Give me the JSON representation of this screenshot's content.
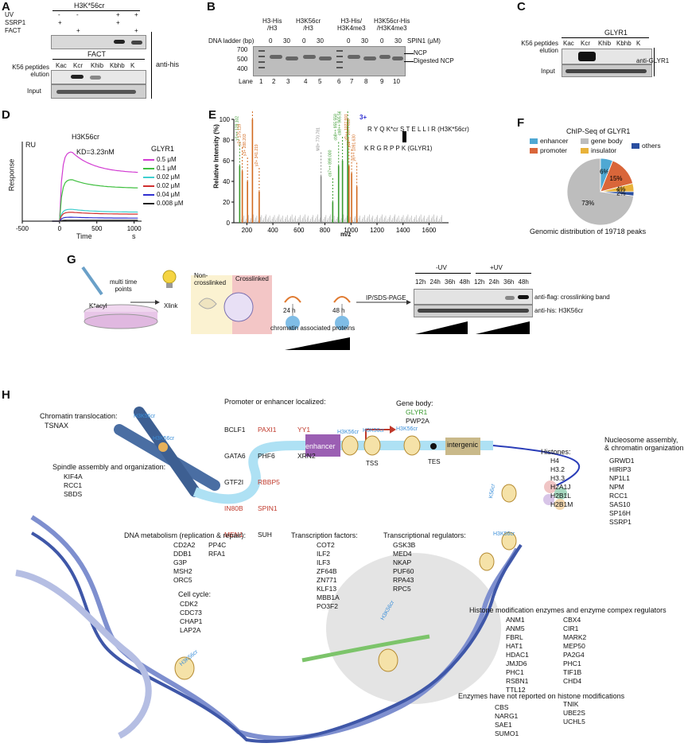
{
  "panels": {
    "A": {
      "letter": "A",
      "header": "H3K*56cr",
      "rows": [
        {
          "label": "UV",
          "marks": [
            "-",
            "-",
            "+",
            "+"
          ]
        },
        {
          "label": "SSRP1",
          "marks": [
            "+",
            "",
            "+",
            ""
          ]
        },
        {
          "label": "FACT",
          "marks": [
            "",
            "+",
            "",
            "+"
          ]
        }
      ],
      "fact_label": "FACT",
      "elution_label": "K56 peptides\nelution",
      "input_label": "Input",
      "columns": [
        "Kac",
        "Kcr",
        "Khib",
        "Kbhb",
        "K"
      ],
      "antibody": "anti-his"
    },
    "B": {
      "letter": "B",
      "ladder_label": "DNA ladder (bp)",
      "groups": [
        "H3-His\n/H3",
        "H3K56cr\n/H3",
        "H3-His/\nH3K4me3",
        "H3K56cr-His\n/H3K4me3"
      ],
      "conc": [
        "0",
        "30",
        "0",
        "30",
        "0",
        "30",
        "0",
        "30"
      ],
      "conc_unit": "SPIN1 (μM)",
      "ladder": [
        "700",
        "500",
        "400"
      ],
      "lane_label": "Lane",
      "lanes": [
        "1",
        "2",
        "3",
        "4",
        "5",
        "6",
        "7",
        "8",
        "9",
        "10"
      ],
      "ncp": "NCP",
      "digested": "Digested NCP"
    },
    "C": {
      "letter": "C",
      "header": "GLYR1",
      "peptide_label": "K56 peptides\nelution",
      "columns": [
        "Kac",
        "Kcr",
        "Khib",
        "Kbhb",
        "K"
      ],
      "input_label": "Input",
      "antibody": "anti-GLYR1"
    },
    "D": {
      "letter": "D",
      "title": "H3K56cr",
      "kd": "KD=3.23nM",
      "ru": "RU",
      "ylabel": "Response",
      "xlabel": "Time",
      "xunit": "s",
      "legend_title": "GLYR1"
    },
    "E": {
      "letter": "E",
      "ylabel": "Relative   Intensity (%)",
      "xlabel": "m/z",
      "charge": "3+",
      "seq1": "R Y Q K*cr S T E L L I R (H3K*56cr)",
      "seq2": "K R G R P P K (GLYR1)"
    },
    "F": {
      "letter": "F",
      "title": "ChIP-Seq of GLYR1",
      "footer": "Genomic distribution of 19718 peaks",
      "legend": [
        "enhancer",
        "gene body",
        "others",
        "promoter",
        "insulator"
      ]
    },
    "G": {
      "letter": "G",
      "multi": "multi time\npoints",
      "kacyl": "K*acyl",
      "xlink": "Xlink",
      "noncross": "Non-\ncrosslinked",
      "cross": "Crosslinked",
      "t24": "24 h",
      "t48": "48 h",
      "chromatin": "chromatin associated proteins",
      "ip": "IP/SDS-PAGE",
      "minus_uv": "-UV",
      "plus_uv": "+UV",
      "times": [
        "12h",
        "24h",
        "36h",
        "48h",
        "12h",
        "24h",
        "36h",
        "48h"
      ],
      "flag": "anti-flag: crosslinking band",
      "his": "anti-his: H3K56cr"
    },
    "H": {
      "letter": "H",
      "mark": "H3K56cr",
      "k56cr": "K56cr",
      "translocation_title": "Chromatin translocation:",
      "translocation": "TSNAX",
      "spindle_title": "Spindle assembly and organization:",
      "spindle": "KIF4A\nRCC1\nSBDS",
      "promoter_title": "Promoter or enhancer localized:",
      "promoter_col1_black": [
        "BCLF1",
        "GATA6",
        "GTF2I"
      ],
      "promoter_col1_red": [
        "IN80B",
        "MEN1"
      ],
      "promoter_col2_red_top": [
        "PAXI1"
      ],
      "promoter_col2_black": [
        "PHF6"
      ],
      "promoter_col2_red": [
        "RBBP5",
        "SPIN1"
      ],
      "promoter_col2_black2": [
        "SUH"
      ],
      "promoter_col3_red": [
        "YY1"
      ],
      "promoter_col3_black": [
        "XRN2"
      ],
      "genebody_title": "Gene body:",
      "genebody_green": "GLYR1",
      "genebody_black": "PWP2A",
      "enhancer": "enhancer",
      "intergenic": "intergenic",
      "tss": "TSS",
      "tes": "TES",
      "histones_title": "Histones:",
      "histones": "H4\nH3.2\nH3.3\nH2A1J\nH2B1L\nH2B1M",
      "nucleosome_title": "Nucleosome assembly,\n& chromatin organization",
      "nucleosome": "GRWD1\nHIRIP3\nNP1L1\nNPM\nRCC1\nSAS10\nSP16H\nSSRP1",
      "dna_title": "DNA metabolism (replication & repair):",
      "dna_col1": "CD2A2\nDDB1\nG3P\nMSH2\nORC5",
      "dna_col2": "PP4C\nRFA1",
      "cellcycle_title": "Cell cycle:",
      "cellcycle": "CDK2\nCDC73\nCHAP1\nLAP2A",
      "tf_title": "Transcription factors:",
      "tf": "COT2\nILF2\nILF3\nZF64B\nZN771\nKLF13\nMBB1A\nPO3F2",
      "treg_title": "Transcriptional regulators:",
      "treg": "GSK3B\nMED4\nNKAP\nPUF60\nRPA43\nRPC5",
      "hme_title": "Histone modification enzymes and enzyme compex regulators",
      "hme_col1": "ANM1\nANM5\nFBRL\nHAT1\nHDAC1\nJMJD6\nPHC1\nRSBN1\nTTL12",
      "hme_col2": "CBX4\nCIR1\nMARK2\nMEP50\nPA2G4\nPHC1\nTIF1B\nCHD4",
      "enz_title": "Enzymes have not reported on histone modifications",
      "enz_col1": "CBS\nNARG1\nSAE1\nSUMO1",
      "enz_col2": "TNIK\nUBE2S\nUCHL5"
    }
  },
  "chart_data": [
    {
      "type": "line",
      "title": "H3K56cr",
      "xlabel": "Time",
      "ylabel": "Response",
      "x_ticks": [
        "-500",
        "0",
        "500",
        "1000"
      ],
      "xlim": [
        -500,
        1100
      ],
      "series": [
        {
          "name": "0.5 μM",
          "color": "#d23bd2",
          "peak": 70,
          "end": 48
        },
        {
          "name": "0.1 μM",
          "color": "#3fbf3f",
          "peak": 42,
          "end": 33
        },
        {
          "name": "0.02 μM",
          "color": "#3fd0d0",
          "peak": 12,
          "end": 9
        },
        {
          "name": "0.02 μM",
          "color": "#d03030",
          "peak": 9,
          "end": 7
        },
        {
          "name": "0.04 μM",
          "color": "#3030d0",
          "peak": 4,
          "end": 3
        },
        {
          "name": "0.008 μM",
          "color": "#222222",
          "peak": 1,
          "end": 1
        }
      ]
    },
    {
      "type": "bar",
      "title": "",
      "xlabel": "m/z",
      "ylabel": "Relative Intensity (%)",
      "x_ticks": [
        "200",
        "400",
        "600",
        "800",
        "1000",
        "1200",
        "1400",
        "1600"
      ],
      "y_ticks": [
        "0",
        "20",
        "40",
        "60",
        "80",
        "100"
      ],
      "xlim": [
        100,
        1750
      ],
      "ylim": [
        0,
        100
      ],
      "peaks": [
        {
          "mz": 145,
          "h": 55,
          "c": "#3a9a2f",
          "t": "y1++ 129.102"
        },
        {
          "mz": 165,
          "h": 50,
          "c": "#d2691e",
          "t": "y2+ 175.119"
        },
        {
          "mz": 205,
          "h": 40,
          "c": "#d2691e",
          "t": "y3+ 288.203"
        },
        {
          "mz": 243,
          "h": 100,
          "c": "#d2691e",
          "t": "y2+ 244.165"
        },
        {
          "mz": 295,
          "h": 30,
          "c": "#d2691e",
          "t": "y2+ 341.219"
        },
        {
          "mz": 770,
          "h": 45,
          "c": "#888888",
          "t": "M3+ 770.781"
        },
        {
          "mz": 860,
          "h": 20,
          "c": "#3a9a2f",
          "t": "cb7++ 899.000"
        },
        {
          "mz": 905,
          "h": 55,
          "c": "#3a9a2f",
          "t": "cb8++ 955.558"
        },
        {
          "mz": 935,
          "h": 60,
          "c": "#3a9a2f",
          "t": "cb8++ 965.567"
        },
        {
          "mz": 975,
          "h": 100,
          "c": "#3a9a2f",
          "t": "b6+ 1024.089"
        },
        {
          "mz": 985,
          "h": 55,
          "c": "#d2691e",
          "t": "y9++ 1027.591"
        },
        {
          "mz": 1005,
          "h": 48,
          "c": "#d2691e",
          "t": "y10++ 1077.610"
        },
        {
          "mz": 1045,
          "h": 35,
          "c": "#d2691e",
          "t": "y6++ 1091.630"
        }
      ]
    },
    {
      "type": "pie",
      "title": "ChIP-Seq of GLYR1",
      "labels": [
        "gene body",
        "enhancer",
        "promoter",
        "insulator",
        "others"
      ],
      "values": [
        73,
        6,
        15,
        4,
        2
      ],
      "label_text": [
        "73%",
        "6%",
        "15%",
        "4%",
        "2%"
      ],
      "colors": [
        "#bdbdbd",
        "#4fa8d3",
        "#d9663a",
        "#e8b23a",
        "#2a4fa0"
      ]
    }
  ]
}
